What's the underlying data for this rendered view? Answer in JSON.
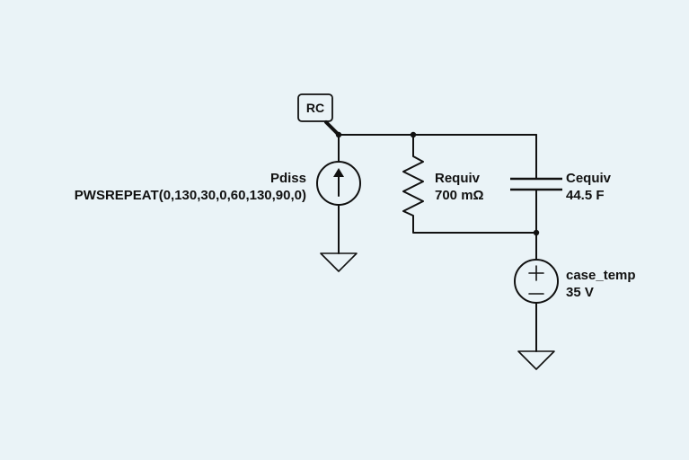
{
  "net_label": "RC",
  "components": {
    "pdiss": {
      "name": "Pdiss",
      "value": "PWSREPEAT(0,130,30,0,60,130,90,0)"
    },
    "requiv": {
      "name": "Requiv",
      "value": "700 mΩ"
    },
    "cequiv": {
      "name": "Cequiv",
      "value": "44.5 F"
    },
    "case_temp": {
      "name": "case_temp",
      "value": "35 V"
    }
  }
}
